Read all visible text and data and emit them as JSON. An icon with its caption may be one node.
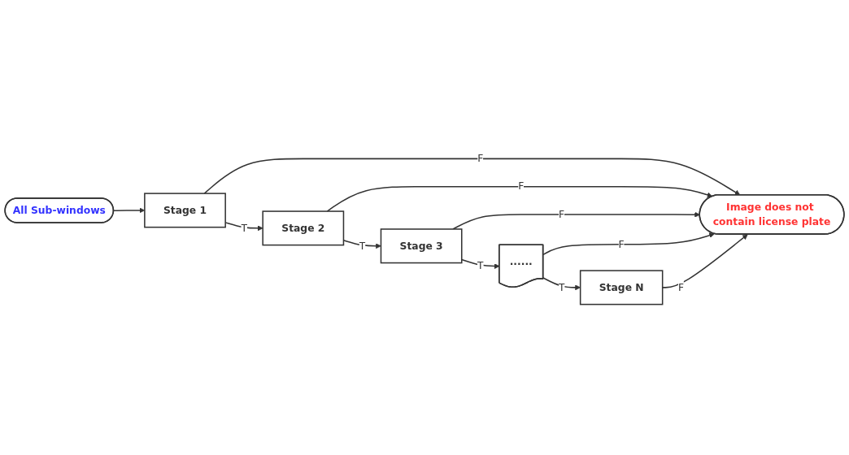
{
  "diagram": {
    "nodes": [
      {
        "text": [
          "All Sub-windows"
        ]
      },
      {
        "text": [
          "Stage 1"
        ]
      },
      {
        "text": [
          "Stage 2"
        ]
      },
      {
        "text": [
          "Stage 3"
        ]
      },
      {
        "text": [
          "......"
        ]
      },
      {
        "text": [
          "Stage N"
        ]
      },
      {
        "text": [
          "Image does not contain license plate"
        ]
      }
    ],
    "edges": [
      {
        "from": 0,
        "to": 1,
        "arrow": "to"
      },
      {
        "from": 1,
        "to": 2,
        "arrow": "to",
        "label": "T"
      },
      {
        "from": 2,
        "to": 3,
        "arrow": "to",
        "label": "T"
      },
      {
        "from": 3,
        "to": 4,
        "arrow": "to",
        "label": "T"
      },
      {
        "from": 4,
        "to": 5,
        "arrow": "to",
        "label": "T"
      },
      {
        "from": 1,
        "to": 6,
        "arrow": "to",
        "label": "F"
      },
      {
        "from": 2,
        "to": 6,
        "arrow": "to",
        "label": "F"
      },
      {
        "from": 3,
        "to": 6,
        "arrow": "to",
        "label": "F"
      },
      {
        "from": 4,
        "to": 6,
        "arrow": "to",
        "label": "F"
      },
      {
        "from": 5,
        "to": 6,
        "arrow": "to",
        "label": "F"
      }
    ]
  }
}
